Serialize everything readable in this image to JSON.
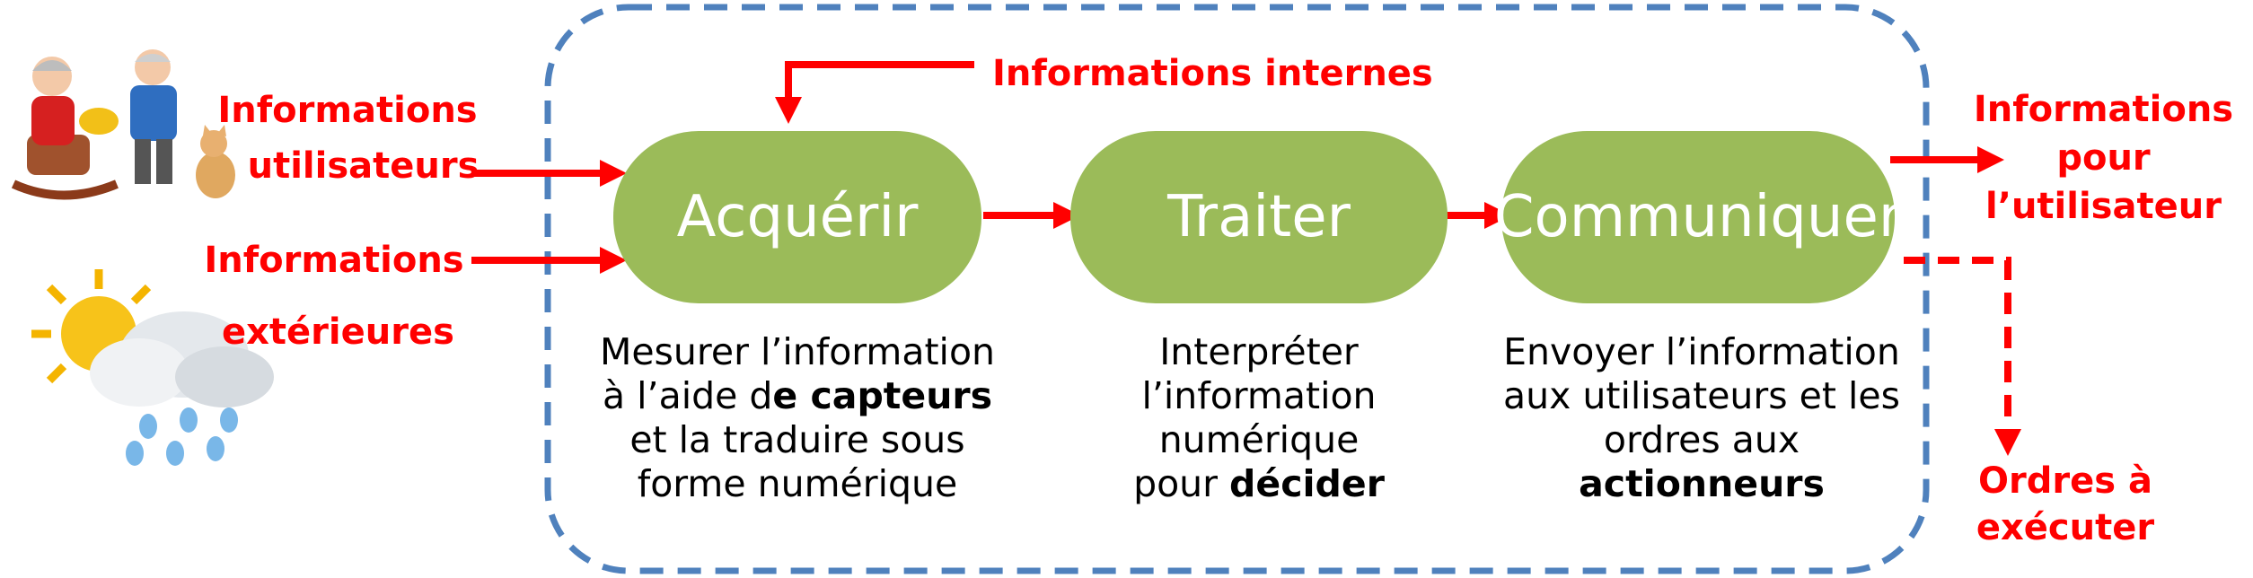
{
  "colors": {
    "process_green": "#9bbb59",
    "arrow_red": "#ff0000",
    "boundary_blue": "#4f81bd",
    "text_black": "#000000"
  },
  "icons": {
    "users": "family-figurines-icon",
    "weather": "sun-cloud-rain-icon"
  },
  "inputs": {
    "internal": "Informations internes",
    "user_line1": "Informations",
    "user_line2": "utilisateurs",
    "external_line1": "Informations",
    "external_line2": "extérieures"
  },
  "outputs": {
    "user_line1": "Informations",
    "user_line2": "pour",
    "user_line3": "l’utilisateur",
    "orders_line1": "Ordres à",
    "orders_line2": "exécuter"
  },
  "steps": [
    {
      "label": "Acquérir",
      "desc_line1": "Mesurer l’information",
      "desc_line2_pre": "à l’aide d",
      "desc_line2_bold": "e capteurs",
      "desc_line3": "et la traduire sous",
      "desc_line4": "forme numérique"
    },
    {
      "label": "Traiter",
      "desc_line1": "Interpréter",
      "desc_line2": "l’information",
      "desc_line3": "numérique",
      "desc_line4_pre": "pour ",
      "desc_line4_bold": "décider"
    },
    {
      "label": "Communiquer",
      "desc_line1": "Envoyer l’information",
      "desc_line2": "aux utilisateurs et les",
      "desc_line3": "ordres aux",
      "desc_line4_bold": "actionneurs"
    }
  ]
}
